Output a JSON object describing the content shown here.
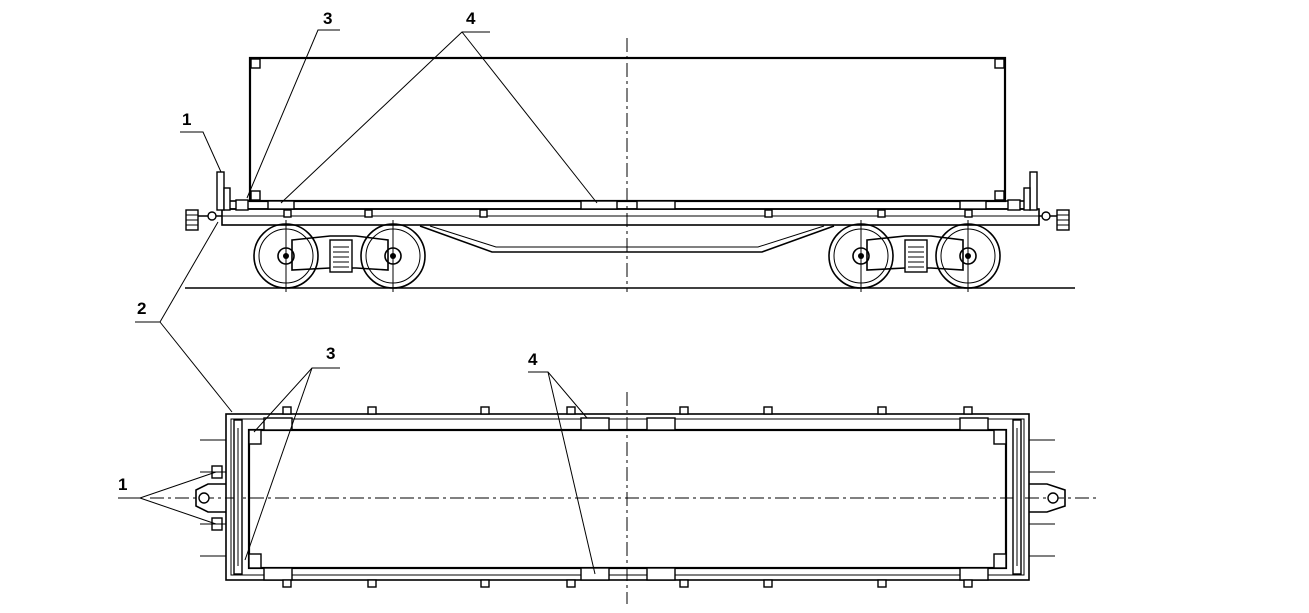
{
  "labels": {
    "side_view": {
      "lashing": "1",
      "frame": "2",
      "fitting": "3",
      "support": "4"
    },
    "top_view": {
      "lashing": "1",
      "fitting": "3",
      "support": "4"
    }
  },
  "colors": {
    "line": "#000000",
    "background": "#ffffff"
  }
}
